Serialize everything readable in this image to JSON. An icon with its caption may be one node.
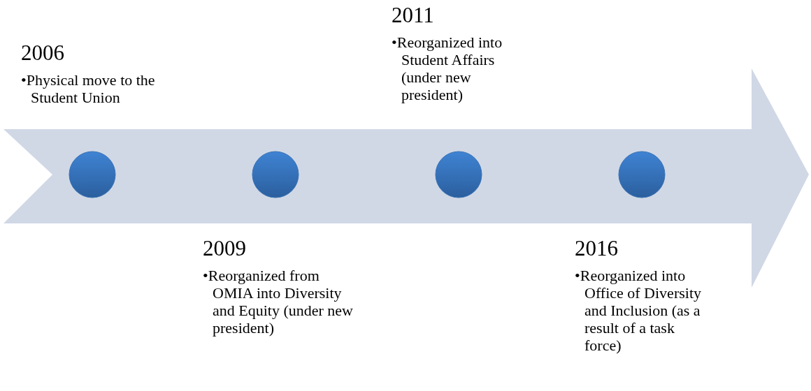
{
  "diagram": {
    "nodes": [
      {
        "text": [],
        "shape": "arrow"
      },
      {
        "text": [],
        "shape": "circle",
        "in": 0,
        "beside": [
          "2006",
          "•Physical move to the Student Union"
        ]
      },
      {
        "text": [],
        "shape": "circle",
        "in": 0,
        "beside": [
          "2009",
          "•Reorganized from OMIA into Diversity and Equity (under new president)"
        ]
      },
      {
        "text": [],
        "shape": "circle",
        "in": 0,
        "beside": [
          "2011",
          "•Reorganized into Student Affairs (under new president)"
        ]
      },
      {
        "text": [],
        "shape": "circle",
        "in": 0,
        "beside": [
          "2016",
          "•Reorganized into Office of Diversity and Inclusion (as a result of a task force)"
        ]
      }
    ],
    "edges": []
  }
}
